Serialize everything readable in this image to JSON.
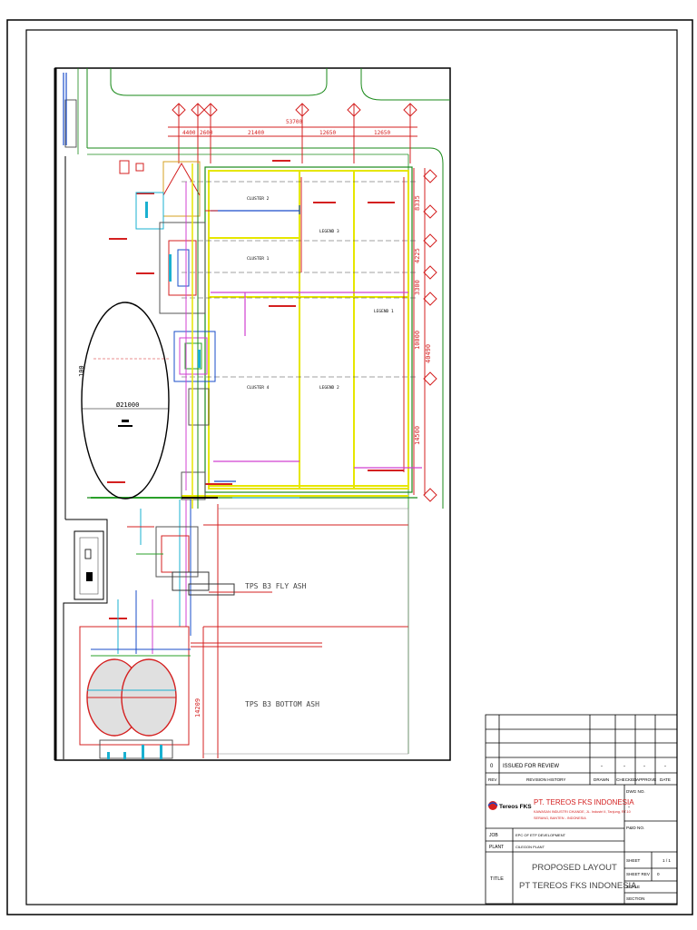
{
  "drawing": {
    "dimensions_top": [
      "4400",
      "2600",
      "21400",
      "53700",
      "12650",
      "12650"
    ],
    "dimensions_right": [
      "8335",
      "4225",
      "3300",
      "10000",
      "40490",
      "14500"
    ],
    "dimension_left_bottom": "14209",
    "tank_diameter": "Ø21000",
    "tank_label": "100",
    "area_labels": {
      "fly_ash": "TPS B3 FLY ASH",
      "bottom_ash": "TPS B3 BOTTOM ASH"
    },
    "building_labels": {
      "b1": "CLUSTER 2",
      "b2": "CLUSTER 1",
      "b3": "LEGEND 3",
      "b4": "LEGEND 1",
      "b5": "CLUSTER 4",
      "b6": "LEGEND 2"
    }
  },
  "title_block": {
    "revision": {
      "rev": "0",
      "description": "ISSUED FOR REVIEW",
      "drawn": "-",
      "checked": "-",
      "approve": "-",
      "date": "-"
    },
    "headers": {
      "rev": "REV",
      "history": "REVISION HISTORY",
      "drawn": "DRAWN",
      "checked": "CHECKED",
      "approve": "APPROVE",
      "date": "DATE"
    },
    "company": {
      "logo_text": "Tereos FKS",
      "name": "PT. TEREOS FKS INDONESIA",
      "address_line1": "KAWASAN INDUSTRI CIKANDE, JL. Industri II, Tanjung, RT.10",
      "address_line2": "SERANG, BANTEN - INDONESIA"
    },
    "dwg_no_label": "DWG NO.",
    "dwg_no_value": "-",
    "p_and_id_label": "P&ID NO.",
    "job_label": "JOB",
    "job_value": "EPC OF ETP DEVELOPMENT",
    "plant_label": "PLANT",
    "plant_value": "CILEGON PLANT",
    "title_label": "TITLE",
    "title_line1": "PROPOSED LAYOUT",
    "title_line2": "PT TEREOS FKS INDONESIA",
    "sheet_label": "SHEET",
    "sheet_value": "1 / 1",
    "sheet_rev_label": "SHEET REV",
    "sheet_rev_value": "0",
    "scale_label": "SCALE",
    "section_label": "SECTION"
  }
}
